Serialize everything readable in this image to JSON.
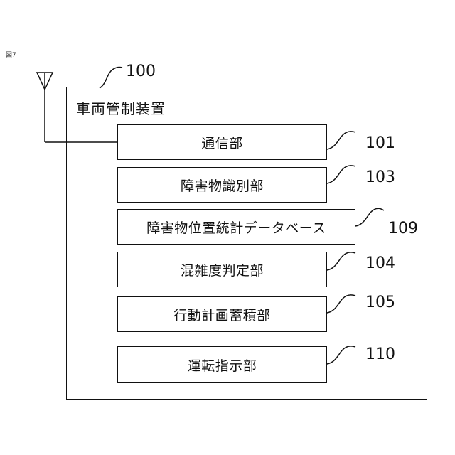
{
  "figure": {
    "label": "図7"
  },
  "device": {
    "title": "車両管制装置",
    "ref": "100"
  },
  "units": [
    {
      "label": "通信部",
      "ref": "101"
    },
    {
      "label": "障害物識別部",
      "ref": "103"
    },
    {
      "label": "障害物位置統計データベース",
      "ref": "109"
    },
    {
      "label": "混雑度判定部",
      "ref": "104"
    },
    {
      "label": "行動計画蓄積部",
      "ref": "105"
    },
    {
      "label": "運転指示部",
      "ref": "110"
    }
  ]
}
